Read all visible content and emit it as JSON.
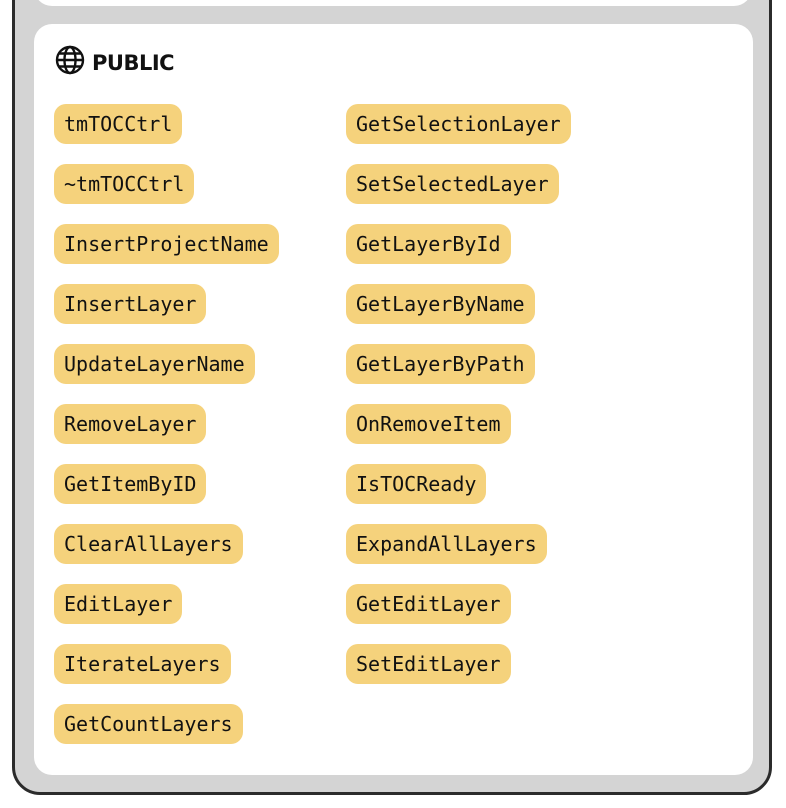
{
  "section": {
    "title": "PUBLIC",
    "icon": "globe-icon"
  },
  "colors": {
    "chip_bg": "#f5d27c",
    "frame_bg": "#d4d4d4",
    "frame_border": "#2b2b2b",
    "card_bg": "#ffffff"
  },
  "methods_left": [
    "tmTOCCtrl",
    "~tmTOCCtrl",
    "InsertProjectName",
    "InsertLayer",
    "UpdateLayerName",
    "RemoveLayer",
    "GetItemByID",
    "ClearAllLayers",
    "EditLayer",
    "IterateLayers",
    "GetCountLayers"
  ],
  "methods_right": [
    "GetSelectionLayer",
    "SetSelectedLayer",
    "GetLayerById",
    "GetLayerByName",
    "GetLayerByPath",
    "OnRemoveItem",
    "IsTOCReady",
    "ExpandAllLayers",
    "GetEditLayer",
    "SetEditLayer"
  ]
}
